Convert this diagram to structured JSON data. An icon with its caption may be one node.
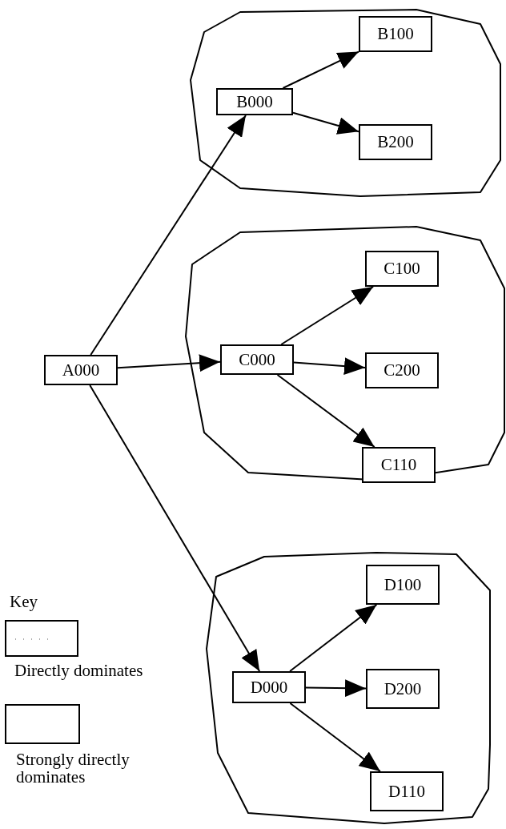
{
  "diagram": {
    "nodes": [
      {
        "text": [],
        "shape": "polygon"
      },
      {
        "text": [
          "B000"
        ],
        "in": 0
      },
      {
        "text": [
          "B100"
        ],
        "in": 0
      },
      {
        "text": [
          "B200"
        ],
        "in": 0
      },
      {
        "text": [
          "A000"
        ]
      },
      {
        "text": [],
        "shape": "polygon"
      },
      {
        "text": [
          "C000"
        ],
        "in": 5
      },
      {
        "text": [
          "C100"
        ],
        "in": 5
      },
      {
        "text": [
          "C200"
        ],
        "in": 5
      },
      {
        "text": [
          "C110"
        ],
        "in": 5
      },
      {
        "text": [],
        "shape": "polygon"
      },
      {
        "text": [
          "D000"
        ],
        "in": 10
      },
      {
        "text": [
          "D100"
        ],
        "in": 10
      },
      {
        "text": [
          "D200"
        ],
        "in": 10
      },
      {
        "text": [
          "D110"
        ],
        "in": 10
      }
    ],
    "edges": [
      {
        "from": 4,
        "to": 1,
        "arrow": "to"
      },
      {
        "from": 1,
        "to": 2,
        "arrow": "to"
      },
      {
        "from": 1,
        "to": 3,
        "arrow": "to"
      },
      {
        "from": 4,
        "to": 6,
        "arrow": "to"
      },
      {
        "from": 6,
        "to": 7,
        "arrow": "to"
      },
      {
        "from": 6,
        "to": 8,
        "arrow": "to"
      },
      {
        "from": 6,
        "to": 9,
        "arrow": "to"
      },
      {
        "from": 4,
        "to": 11,
        "arrow": "to"
      },
      {
        "from": 11,
        "to": 12,
        "arrow": "to"
      },
      {
        "from": 11,
        "to": 13,
        "arrow": "to"
      },
      {
        "from": 11,
        "to": 14,
        "arrow": "to"
      }
    ],
    "labels": [
      "Key"
    ],
    "legend": [
      {
        "text": "Directly dominates"
      },
      {
        "text": "Strongly directly dominates"
      }
    ]
  }
}
